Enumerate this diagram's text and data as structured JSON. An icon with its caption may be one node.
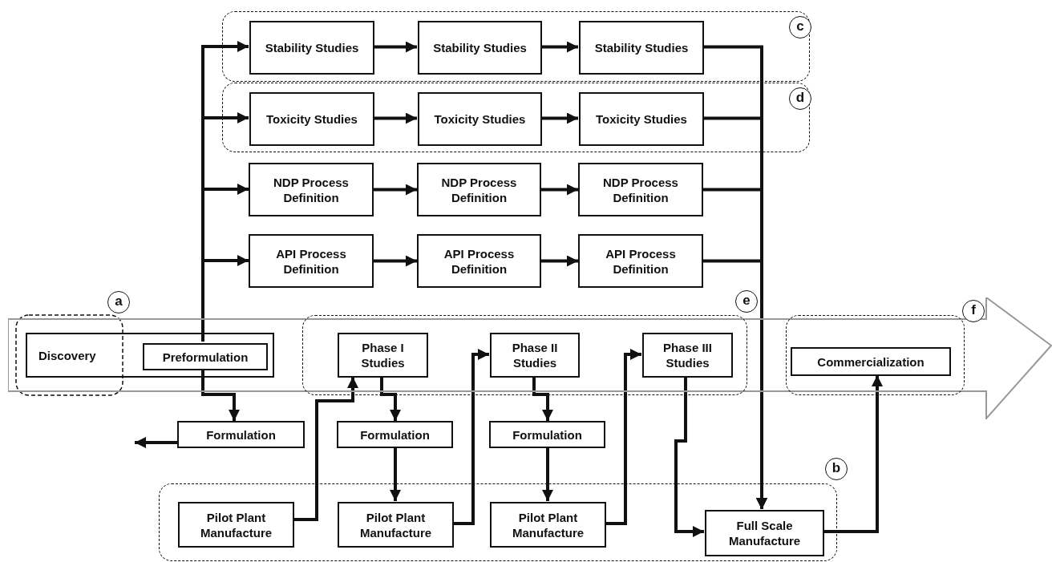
{
  "diagram": {
    "nodes": [
      {
        "text": [
          "c"
        ]
      },
      {
        "text": [
          "Stability Studies"
        ],
        "in": 0
      },
      {
        "text": [
          "Stability Studies"
        ],
        "in": 0
      },
      {
        "text": [
          "Stability Studies"
        ],
        "in": 0
      },
      {
        "text": [
          "d"
        ]
      },
      {
        "text": [
          "Toxicity Studies"
        ],
        "in": 4
      },
      {
        "text": [
          "Toxicity Studies"
        ],
        "in": 4
      },
      {
        "text": [
          "Toxicity Studies"
        ],
        "in": 4
      },
      {
        "text": [
          "NDP Process Definition"
        ]
      },
      {
        "text": [
          "NDP Process Definition"
        ]
      },
      {
        "text": [
          "NDP Process Definition"
        ]
      },
      {
        "text": [
          "API Process Definition"
        ]
      },
      {
        "text": [
          "API Process Definition"
        ]
      },
      {
        "text": [
          "API Process Definition"
        ]
      },
      {
        "text": [],
        "shape": "arrow"
      },
      {
        "text": [
          "Discovery"
        ],
        "in": 14
      },
      {
        "text": [
          "Preformulation"
        ],
        "in": 15
      },
      {
        "text": [
          "e"
        ],
        "in": 14
      },
      {
        "text": [
          "Phase I Studies"
        ],
        "in": 17
      },
      {
        "text": [
          "Phase II Studies"
        ],
        "in": 17
      },
      {
        "text": [
          "Phase III Studies"
        ],
        "in": 17
      },
      {
        "text": [
          "f"
        ],
        "in": 14
      },
      {
        "text": [
          "Commercialization"
        ],
        "in": 21
      },
      {
        "text": [
          "Formulation"
        ]
      },
      {
        "text": [
          "Formulation"
        ]
      },
      {
        "text": [
          "Formulation"
        ]
      },
      {
        "text": [
          "b"
        ]
      },
      {
        "text": [
          "Pilot Plant Manufacture"
        ],
        "in": 26
      },
      {
        "text": [
          "Pilot Plant Manufacture"
        ],
        "in": 26
      },
      {
        "text": [
          "Pilot Plant Manufacture"
        ],
        "in": 26
      },
      {
        "text": [
          "Full Scale Manufacture"
        ],
        "in": 26
      }
    ],
    "edges": [
      {
        "from": 16,
        "to": 1,
        "arrow": "to"
      },
      {
        "from": 16,
        "to": 5,
        "arrow": "to"
      },
      {
        "from": 16,
        "to": 8,
        "arrow": "to"
      },
      {
        "from": 16,
        "to": 11,
        "arrow": "to"
      },
      {
        "from": 1,
        "to": 2,
        "arrow": "to"
      },
      {
        "from": 2,
        "to": 3,
        "arrow": "to"
      },
      {
        "from": 5,
        "to": 6,
        "arrow": "to"
      },
      {
        "from": 6,
        "to": 7,
        "arrow": "to"
      },
      {
        "from": 8,
        "to": 9,
        "arrow": "to"
      },
      {
        "from": 9,
        "to": 10,
        "arrow": "to"
      },
      {
        "from": 11,
        "to": 12,
        "arrow": "to"
      },
      {
        "from": 12,
        "to": 13,
        "arrow": "to"
      },
      {
        "from": 3,
        "to": 30,
        "arrow": "to"
      },
      {
        "from": 7,
        "to": 30,
        "arrow": "to"
      },
      {
        "from": 10,
        "to": 30,
        "arrow": "to"
      },
      {
        "from": 13,
        "to": 30,
        "arrow": "to"
      },
      {
        "from": 16,
        "to": 23,
        "arrow": "to"
      },
      {
        "from": 23,
        "to": null,
        "arrow": "to"
      },
      {
        "from": 27,
        "to": 18,
        "arrow": "to"
      },
      {
        "from": 18,
        "to": 24,
        "arrow": "to"
      },
      {
        "from": 24,
        "to": 28,
        "arrow": "to"
      },
      {
        "from": 28,
        "to": 19,
        "arrow": "to"
      },
      {
        "from": 19,
        "to": 25,
        "arrow": "to"
      },
      {
        "from": 25,
        "to": 29,
        "arrow": "to"
      },
      {
        "from": 29,
        "to": 20,
        "arrow": "to"
      },
      {
        "from": 20,
        "to": 30,
        "arrow": "to"
      },
      {
        "from": 30,
        "to": 22,
        "arrow": "to"
      }
    ],
    "labels": [
      "a"
    ]
  }
}
